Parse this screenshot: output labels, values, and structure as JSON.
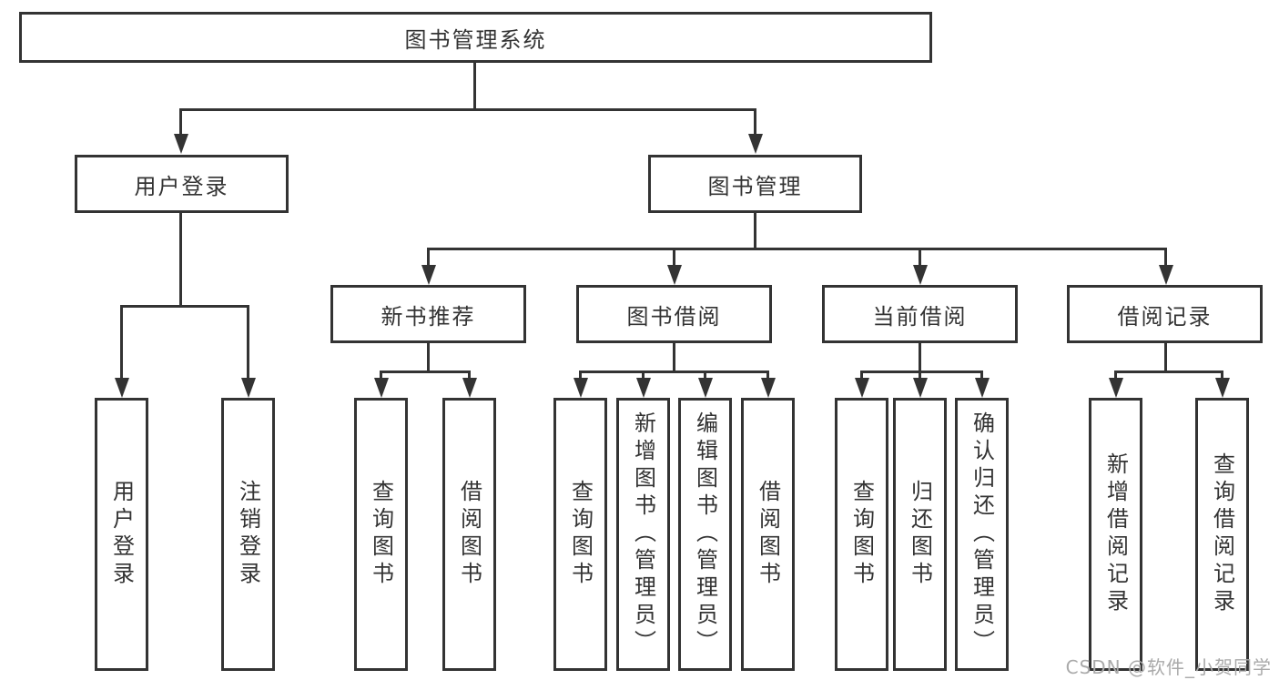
{
  "tree": {
    "root": {
      "label": "图书管理系统"
    },
    "branches": [
      {
        "label": "用户登录",
        "children": [
          {
            "label": "用户登录"
          },
          {
            "label": "注销登录"
          }
        ]
      },
      {
        "label": "图书管理",
        "children": [
          {
            "label": "新书推荐",
            "children": [
              {
                "label": "查询图书"
              },
              {
                "label": "借阅图书"
              }
            ]
          },
          {
            "label": "图书借阅",
            "children": [
              {
                "label": "查询图书"
              },
              {
                "label": "新增图书（管理员）"
              },
              {
                "label": "编辑图书（管理员）"
              },
              {
                "label": "借阅图书"
              }
            ]
          },
          {
            "label": "当前借阅",
            "children": [
              {
                "label": "查询图书"
              },
              {
                "label": "归还图书"
              },
              {
                "label": "确认归还（管理员）"
              }
            ]
          },
          {
            "label": "借阅记录",
            "children": [
              {
                "label": "新增借阅记录"
              },
              {
                "label": "查询借阅记录"
              }
            ]
          }
        ]
      }
    ]
  },
  "watermark": {
    "text": "CSDN @软件_小贺同学"
  },
  "colors": {
    "line": "#333333",
    "text": "#333333",
    "watermark": "#aaaaaa",
    "background": "#ffffff"
  }
}
